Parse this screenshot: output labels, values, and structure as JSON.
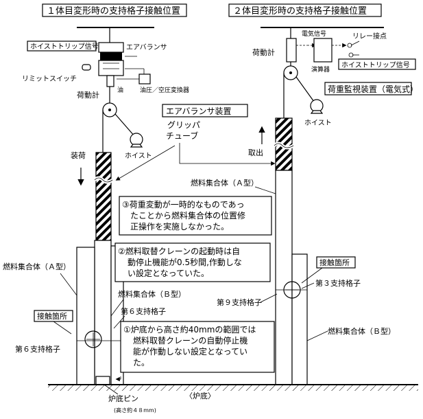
{
  "titles": {
    "left": "１体目変形時の支持格子接触位置",
    "right": "２体目変形時の支持格子接触位置"
  },
  "left": {
    "hoist_trip": "ホイストトリップ信号",
    "air_balancer": "エアバランサ",
    "limit_switch": "リミットスイッチ",
    "oil": "油",
    "converter": "油圧／空圧変換器",
    "load_cell": "荷動計",
    "air_balancer_device": "エアバランサ装置",
    "hoist": "ホイスト",
    "gripper_line1": "グリッパ",
    "gripper_line2": "チューブ",
    "loading": "装荷",
    "fuel_a": "燃料集合体（Ａ型）",
    "fuel_b": "燃料集合体（Ｂ型）",
    "grid6_top": "第６支持格子",
    "contact": "接触箇所",
    "grid6_left": "第６支持格子",
    "pin_line1": "炉底ピン",
    "pin_line2": "(高さ約４８mm)",
    "bottom": "〈炉底〉"
  },
  "right": {
    "load_cell": "荷動計",
    "elec_signal": "電気信号",
    "calculator": "演算器",
    "relay": "リレー接点",
    "hoist_trip": "ホイストトリップ信号",
    "load_monitor": "荷重監視装置（電気式）",
    "hoist": "ホイスト",
    "takeout": "取出",
    "fuel_a": "燃料集合体（Ａ型）",
    "contact": "接触箇所",
    "grid3": "第３支持格子",
    "grid9": "第９支持格子",
    "fuel_b": "燃料集合体（Ｂ型）"
  },
  "notes": {
    "n3_l1": "③荷重変動が一時的なものであっ",
    "n3_l2": "たことから燃料集合体の位置修",
    "n3_l3": "正操作を実施しなかった。",
    "n2_l1": "②燃料取替クレーンの起動時は自",
    "n2_l2": "動停止機能が0.5秒間,作動しな",
    "n2_l3": "い設定となっていた。",
    "n1_l1": "①炉底から高さ約40mmの範囲では",
    "n1_l2": "燃料取替クレーンの自動停止機",
    "n1_l3": "能が作動しない設定となってい",
    "n1_l4": "た。"
  }
}
